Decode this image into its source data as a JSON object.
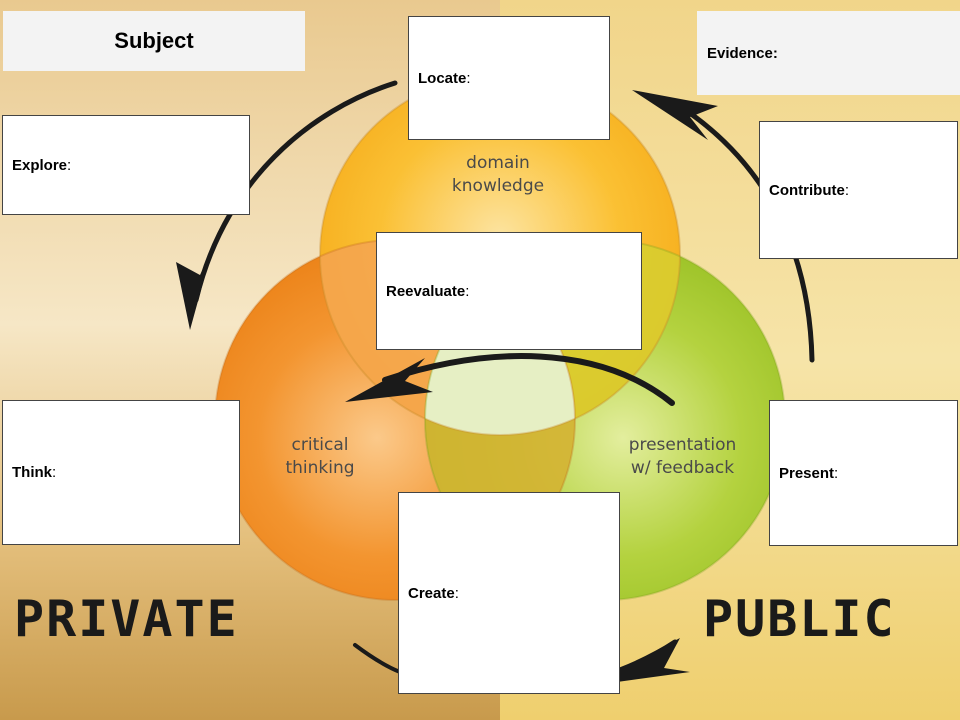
{
  "title": "Subject",
  "evidence_label": "Evidence:",
  "circles": {
    "domain": [
      "domain",
      "knowledge"
    ],
    "critical": [
      "critical",
      "thinking"
    ],
    "presentation": [
      "presentation",
      "w/ feedback"
    ]
  },
  "zones": {
    "private": "PRIVATE",
    "public": "PUBLIC"
  },
  "boxes": {
    "locate": {
      "label": "Locate",
      "sep": ":"
    },
    "explore": {
      "label": "Explore",
      "sep": ":"
    },
    "contribute": {
      "label": "Contribute",
      "sep": ":"
    },
    "reevaluate": {
      "label": "Reevaluate",
      "sep": ":"
    },
    "think": {
      "label": "Think",
      "sep": ":"
    },
    "present": {
      "label": "Present",
      "sep": ":"
    },
    "create": {
      "label": "Create",
      "sep": ":"
    }
  },
  "colors": {
    "domain_circle": "#f9b41a",
    "critical_circle": "#f08a1e",
    "presentation_circle": "#a8cb33",
    "center_overlap": "#e6efc4",
    "arrow": "#1a1a1a"
  }
}
